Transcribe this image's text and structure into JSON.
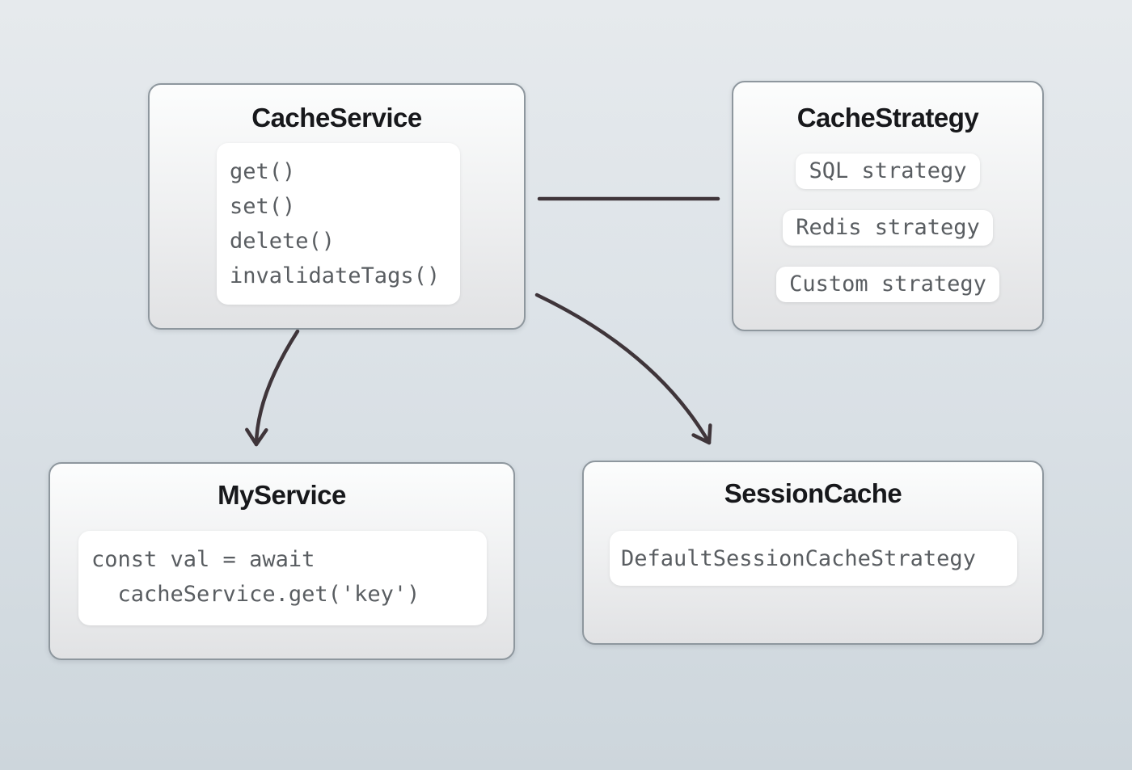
{
  "diagram": {
    "nodes": {
      "cache_service": {
        "title": "CacheService",
        "methods": [
          "get()",
          "set()",
          "delete()",
          "invalidateTags()"
        ]
      },
      "cache_strategy": {
        "title": "CacheStrategy",
        "strategies": [
          "SQL strategy",
          "Redis strategy",
          "Custom strategy"
        ]
      },
      "my_service": {
        "title": "MyService",
        "code": [
          "const val = await",
          "  cacheService.get('key')"
        ]
      },
      "session_cache": {
        "title": "SessionCache",
        "strategy": "DefaultSessionCacheStrategy"
      }
    },
    "edges": [
      {
        "from": "CacheService",
        "to": "CacheStrategy",
        "type": "plain-line"
      },
      {
        "from": "CacheService",
        "to": "MyService",
        "type": "curved-arrow"
      },
      {
        "from": "CacheService",
        "to": "SessionCache",
        "type": "curved-arrow"
      }
    ],
    "colors": {
      "background_top": "#e6eaed",
      "background_bottom": "#cdd6dc",
      "node_border": "#8e979e",
      "node_fill_top": "#fcfdfd",
      "node_fill_bottom": "#e1e2e4",
      "panel_fill": "#ffffff",
      "code_text": "#595d61",
      "title_text": "#17181b",
      "edge_stroke": "#3f353a"
    }
  }
}
